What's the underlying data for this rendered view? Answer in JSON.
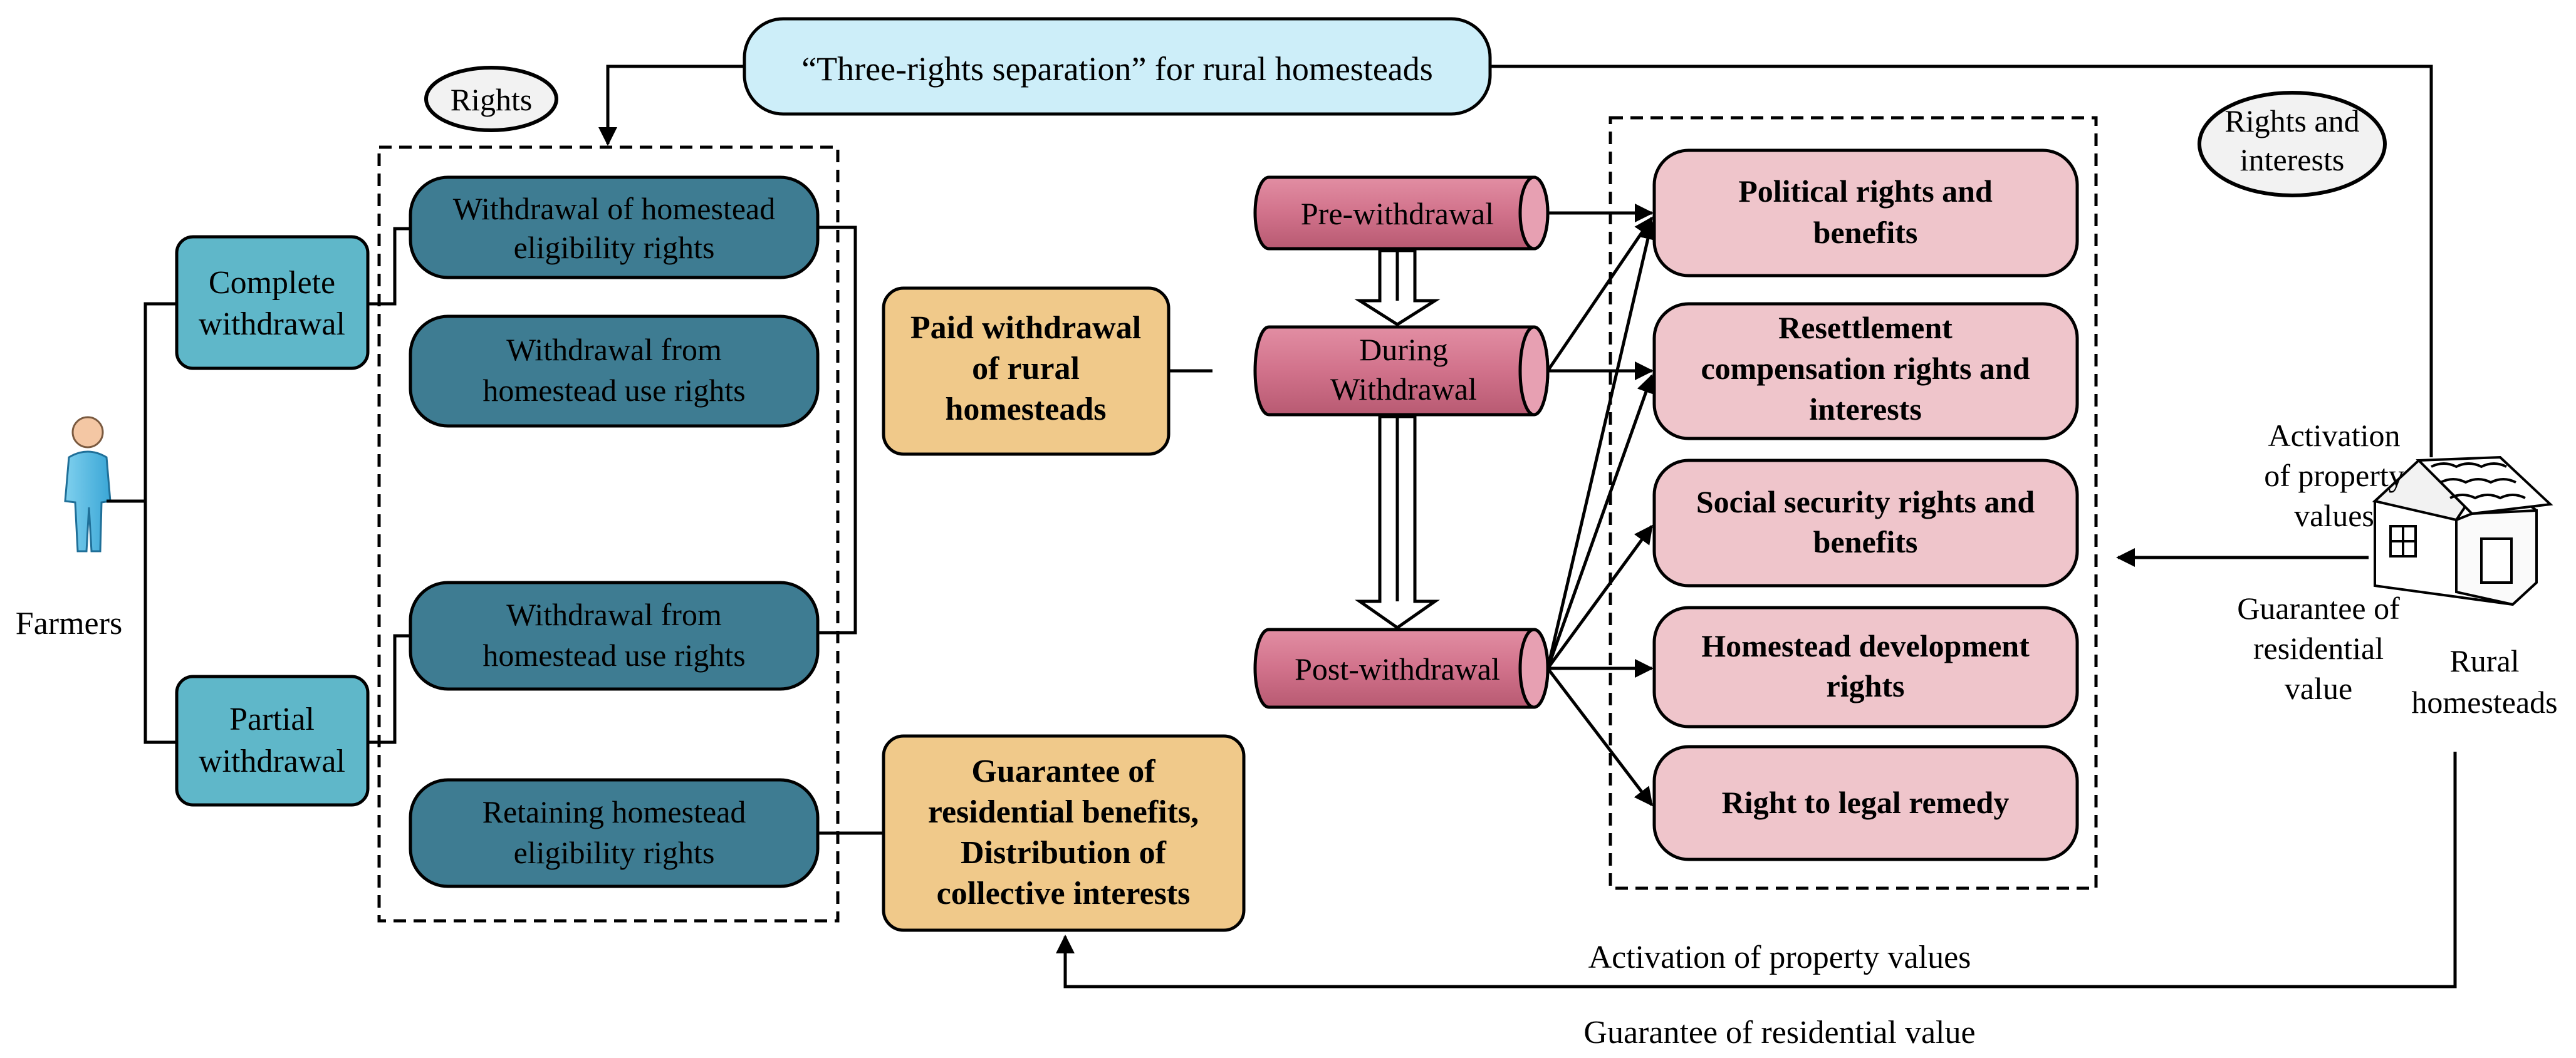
{
  "top_title": "“Three-rights separation” for rural homesteads",
  "rights_label": "Rights",
  "rights_interests_label": [
    "Rights and",
    "interests"
  ],
  "farmers_label": "Farmers",
  "complete_withdrawal": [
    "Complete",
    "withdrawal"
  ],
  "partial_withdrawal": [
    "Partial",
    "withdrawal"
  ],
  "rights_boxes": [
    [
      "Withdrawal of homestead",
      "eligibility rights"
    ],
    [
      "Withdrawal from",
      "homestead  use rights"
    ],
    [
      "Withdrawal from",
      "homestead  use rights"
    ],
    [
      "Retaining homestead",
      "eligibility rights"
    ]
  ],
  "paid_withdrawal": [
    "Paid withdrawal",
    "of rural",
    "homesteads"
  ],
  "guarantee_box": [
    "Guarantee of",
    "residential benefits,",
    "Distribution of",
    "collective interests"
  ],
  "stages": [
    [
      "Pre-withdrawal"
    ],
    [
      "During",
      "Withdrawal"
    ],
    [
      "Post-withdrawal"
    ]
  ],
  "interests": [
    [
      "Political rights and",
      "benefits"
    ],
    [
      "Resettlement",
      "compensation rights and",
      "interests"
    ],
    [
      "Social security rights and",
      "benefits"
    ],
    [
      "Homestead development",
      "rights"
    ],
    [
      "Right to legal remedy"
    ]
  ],
  "right_side_labels": {
    "activation": [
      "Activation",
      "of property",
      "values"
    ],
    "guarantee": [
      "Guarantee of",
      "residential",
      "value"
    ],
    "rural_homesteads": [
      "Rural",
      "homesteads"
    ]
  },
  "bottom_labels": {
    "activation": "Activation of property values",
    "guarantee": "Guarantee of residential value"
  },
  "colors": {
    "light_blue": "#cdeef9",
    "teal": "#5fb7c9",
    "dark_teal": "#3e7c92",
    "orange": "#f0c98a",
    "pink_stage": "#d1728b",
    "pink_light": "#efc5cb"
  },
  "icons": [
    "person-icon",
    "house-icon"
  ]
}
